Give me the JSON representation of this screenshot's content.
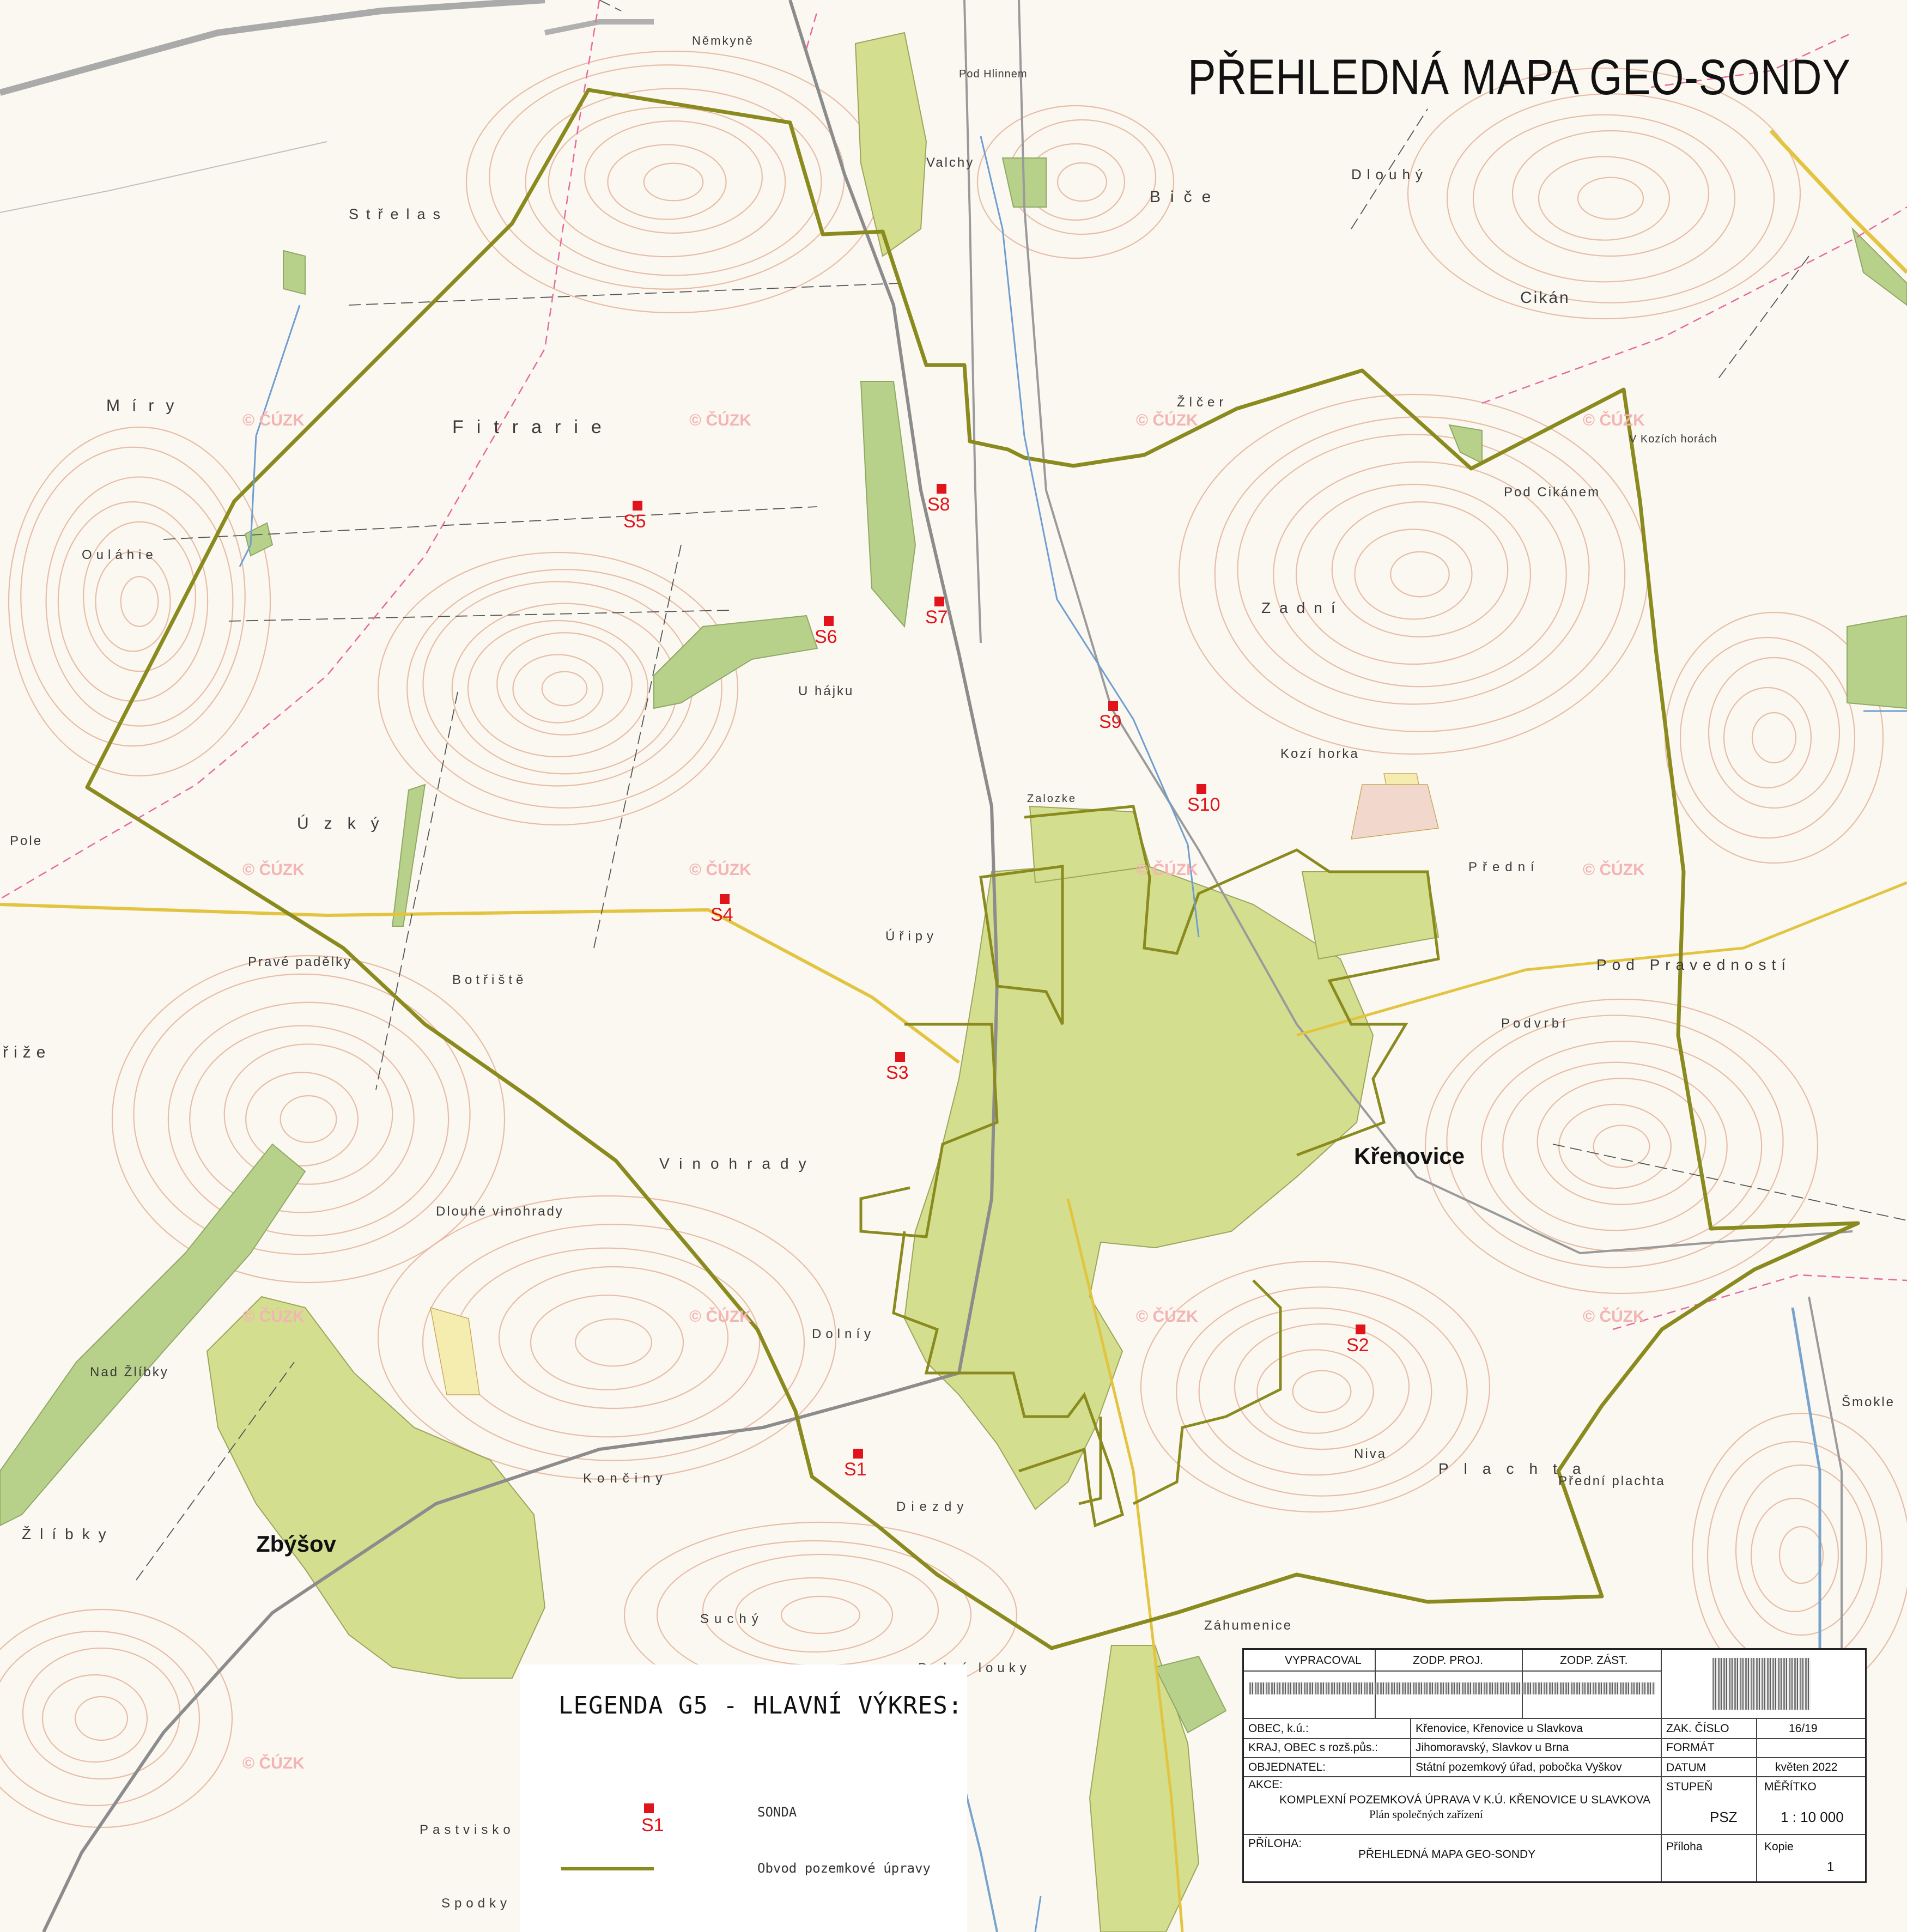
{
  "title": "PŘEHLEDNÁ MAPA GEO-SONDY",
  "watermark": "© ČÚZK",
  "colors": {
    "boundary": "#8a8a1f",
    "probe": "#e0141a",
    "contour": "#e6b9a0",
    "built_area": "#cfdc8a",
    "road": "#b9b9b9"
  },
  "towns": [
    {
      "id": "krenovice",
      "name": "Křenovice"
    },
    {
      "id": "zbysov",
      "name": "Zbýšov"
    }
  ],
  "place_names": [
    {
      "id": "nemcyna",
      "text": "Němkyně"
    },
    {
      "id": "strelas",
      "text": "Střelas"
    },
    {
      "id": "fitrarie",
      "text": "Fitrarie"
    },
    {
      "id": "miry",
      "text": "Míry"
    },
    {
      "id": "dulahic",
      "text": "Ouláhie"
    },
    {
      "id": "uzky",
      "text": "Úzký"
    },
    {
      "id": "pole",
      "text": "Pole"
    },
    {
      "id": "prave-padelky",
      "text": "Pravé padělky"
    },
    {
      "id": "botriste",
      "text": "Botřiště"
    },
    {
      "id": "vinohrady",
      "text": "Vinohrady"
    },
    {
      "id": "dlouhe-vinohrady",
      "text": "Dlouhé vinohrady"
    },
    {
      "id": "dolniy",
      "text": "Dolníy"
    },
    {
      "id": "nad-zlibky",
      "text": "Nad Žlíbky"
    },
    {
      "id": "zlibky",
      "text": "Žlíbky"
    },
    {
      "id": "konciny",
      "text": "Končiny"
    },
    {
      "id": "diezdy",
      "text": "Diezdy"
    },
    {
      "id": "suchy",
      "text": "Suchý"
    },
    {
      "id": "dolni-louky",
      "text": "Dolní louky"
    },
    {
      "id": "pastvisko",
      "text": "Pastvisko"
    },
    {
      "id": "spodky",
      "text": "Spodky"
    },
    {
      "id": "u-hajku",
      "text": "U hájku"
    },
    {
      "id": "uripy",
      "text": "Úřipy"
    },
    {
      "id": "bice",
      "text": "Biče"
    },
    {
      "id": "dlouhy",
      "text": "Dlouhý"
    },
    {
      "id": "cikan",
      "text": "Cikán"
    },
    {
      "id": "zlcer",
      "text": "Žlčer"
    },
    {
      "id": "pod-cikanem",
      "text": "Pod Cikánem"
    },
    {
      "id": "zadni",
      "text": "Zadní"
    },
    {
      "id": "kozi-horka",
      "text": "Kozí horka"
    },
    {
      "id": "predni",
      "text": "Přední"
    },
    {
      "id": "pod-pravednosti",
      "text": "Pod Pravedností"
    },
    {
      "id": "podvrbi",
      "text": "Podvrbí"
    },
    {
      "id": "niva",
      "text": "Niva"
    },
    {
      "id": "plachta",
      "text": "Plachta"
    },
    {
      "id": "predni-plachta",
      "text": "Přední plachta"
    },
    {
      "id": "zahumenice",
      "text": "Záhumenice"
    },
    {
      "id": "smokle",
      "text": "Šmokle"
    },
    {
      "id": "valchy",
      "text": "Valchy"
    },
    {
      "id": "zalozke",
      "text": "Zalozke"
    },
    {
      "id": "v-kozich-horach",
      "text": "V Kozích horách"
    },
    {
      "id": "pod-hlinnem",
      "text": "Pod Hlinnem"
    },
    {
      "id": "zize",
      "text": "řiže"
    }
  ],
  "probes": [
    {
      "id": "s1",
      "label": "S1"
    },
    {
      "id": "s2",
      "label": "S2"
    },
    {
      "id": "s3",
      "label": "S3"
    },
    {
      "id": "s4",
      "label": "S4"
    },
    {
      "id": "s5",
      "label": "S5"
    },
    {
      "id": "s6",
      "label": "S6"
    },
    {
      "id": "s7",
      "label": "S7"
    },
    {
      "id": "s8",
      "label": "S8"
    },
    {
      "id": "s9",
      "label": "S9"
    },
    {
      "id": "s10",
      "label": "S10"
    }
  ],
  "legend": {
    "title": "LEGENDA G5 - HLAVNÍ VÝKRES:",
    "probe_sample_label": "S1",
    "probe_text": "SONDA",
    "boundary_text": "Obvod pozemkové úpravy"
  },
  "title_block": {
    "vypracoval": "VYPRACOVAL",
    "zodp_proj": "ZODP. PROJ.",
    "zodp_zast": "ZODP. ZÁST.",
    "obec_label": "OBEC, k.ú.:",
    "obec_value": "Křenovice, Křenovice u Slavkova",
    "kraj_label": "KRAJ, OBEC s rozš.půs.:",
    "kraj_value": "Jihomoravský, Slavkov u Brna",
    "objednatel_label": "OBJEDNATEL:",
    "objednatel_value": "Státní pozemkový úřad, pobočka Vyškov",
    "akce_label": "AKCE:",
    "akce_line1": "KOMPLEXNÍ POZEMKOVÁ ÚPRAVA V K.Ú. KŘENOVICE U SLAVKOVA",
    "akce_line2": "Plán společných zařízení",
    "zak_cislo_label": "ZAK. ČÍSLO",
    "zak_cislo_value": "16/19",
    "format_label": "FORMÁT",
    "datum_label": "DATUM",
    "datum_value": "květen 2022",
    "stupen_label": "STUPEŇ",
    "stupen_value": "PSZ",
    "meritko_label": "MĚŘÍTKO",
    "meritko_value": "1 : 10 000",
    "priloha_label": "PŘÍLOHA:",
    "priloha_value": "PŘEHLEDNÁ MAPA GEO-SONDY",
    "priloha_no_label": "Příloha",
    "kopie_label": "Kopie",
    "kopie_value": "1"
  }
}
